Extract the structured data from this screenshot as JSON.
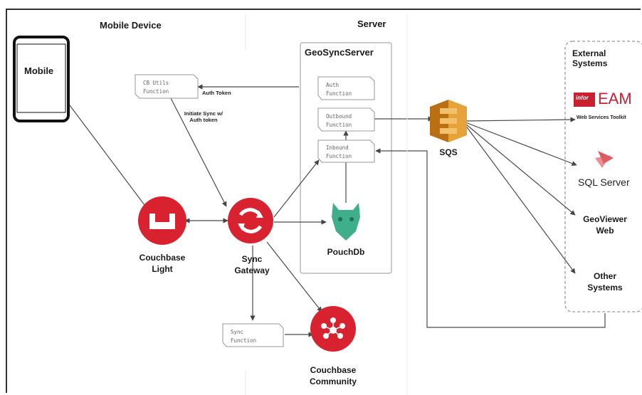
{
  "sections": {
    "mobile_device": "Mobile Device",
    "server": "Server",
    "geosyncserver": "GeoSyncServer",
    "external_systems": "External\nSystems"
  },
  "nodes": {
    "mobile": "Mobile",
    "couchbase_light": "Couchbase\nLight",
    "sync_gateway": "Sync\nGateway",
    "pouchdb": "PouchDb",
    "sqs": "SQS",
    "couchbase_community": "Couchbase\nCommunity",
    "eam_logo": "EAM",
    "eam_brand": "infor",
    "eam_sub": "Web Services Toolkit",
    "sql_server": "SQL Server",
    "geoviewer_web": "GeoViewer\nWeb",
    "other_systems": "Other\nSystems"
  },
  "functions": {
    "cb_utils": "CB Utils\nFunction",
    "auth": "Auth\nFunction",
    "outbound": "Outbound\nFunction",
    "inbound": "Inbound\nFunction",
    "sync": "Sync\nFunction"
  },
  "edge_labels": {
    "auth_token": "Auth Token",
    "initiate_sync": "Initiate Sync w/\nAuth token"
  },
  "colors": {
    "couchbase_red": "#d8222f",
    "sqs_orange": "#d9901f",
    "pouch_green": "#3fae8b",
    "eam_red": "#c9202f",
    "line": "#4a4a4a",
    "box_border": "#aaaaaa"
  }
}
